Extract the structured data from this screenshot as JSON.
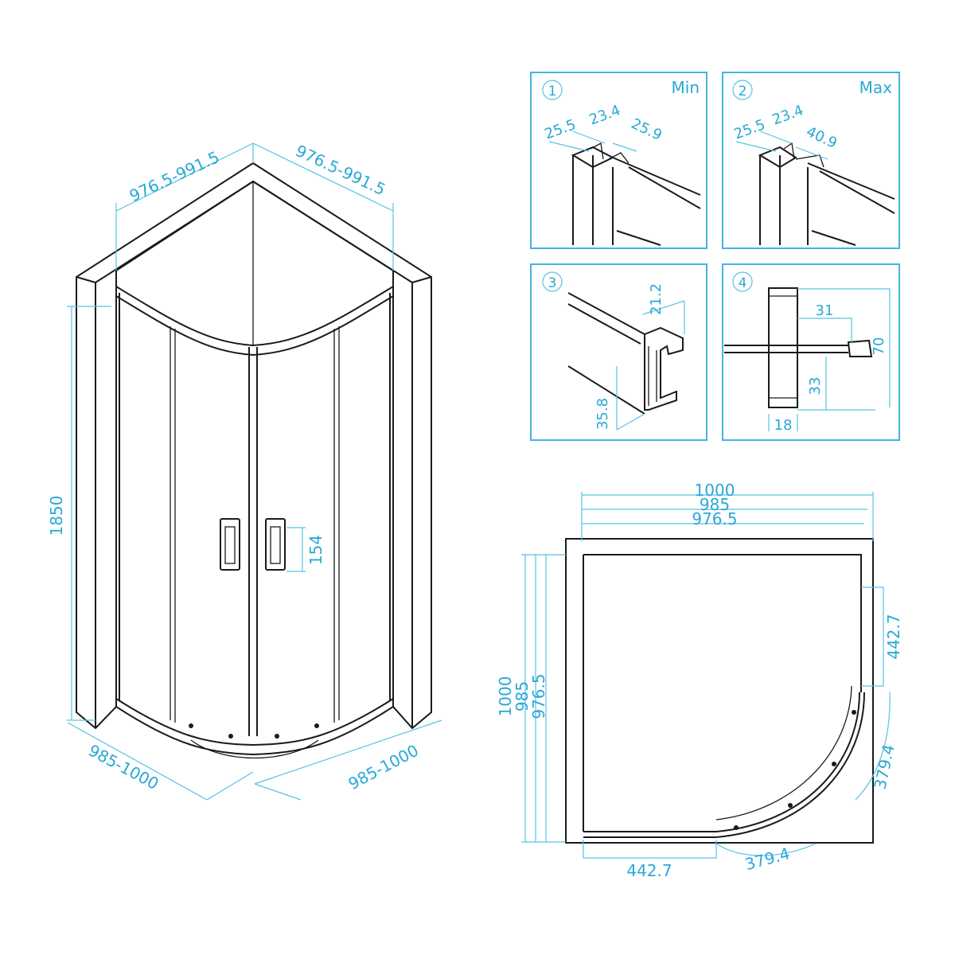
{
  "colors": {
    "line": "#1a1a1a",
    "dimension": "#29a9d6",
    "frame": "#3fb6e0"
  },
  "main_view": {
    "top_left_width": "976.5-991.5",
    "top_right_width": "976.5-991.5",
    "height": "1850",
    "handle_height": "154",
    "base_left": "985-1000",
    "base_right": "985-1000"
  },
  "details": [
    {
      "number": "1",
      "label": "Min",
      "dims": [
        "25.5",
        "23.4",
        "25.9"
      ]
    },
    {
      "number": "2",
      "label": "Max",
      "dims": [
        "25.5",
        "23.4",
        "40.9"
      ]
    },
    {
      "number": "3",
      "label": "",
      "dims": [
        "21.2",
        "35.8"
      ]
    },
    {
      "number": "4",
      "label": "",
      "dims": [
        "31",
        "70",
        "33",
        "18"
      ]
    }
  ],
  "plan_view": {
    "widths": [
      "1000",
      "985",
      "976.5"
    ],
    "heights": [
      "1000",
      "985",
      "976.5"
    ],
    "side_segment": "442.7",
    "bottom_segment": "442.7",
    "arc_right": "379.4",
    "arc_bottom": "379.4"
  }
}
